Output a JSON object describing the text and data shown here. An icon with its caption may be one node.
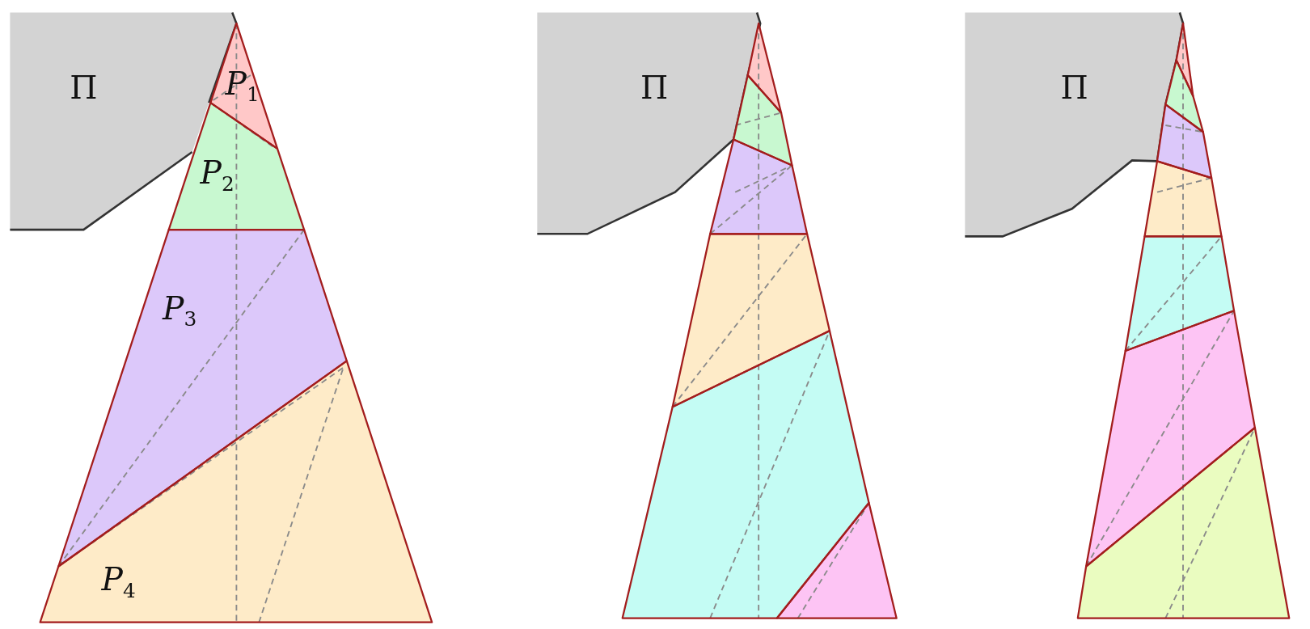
{
  "diagram": {
    "labels": [
      "Π",
      "*P*$_{1}$",
      "*P*$_{2}$",
      "*P*$_{3}$",
      "*P*$_{4}$",
      "Π",
      "Π"
    ]
  }
}
